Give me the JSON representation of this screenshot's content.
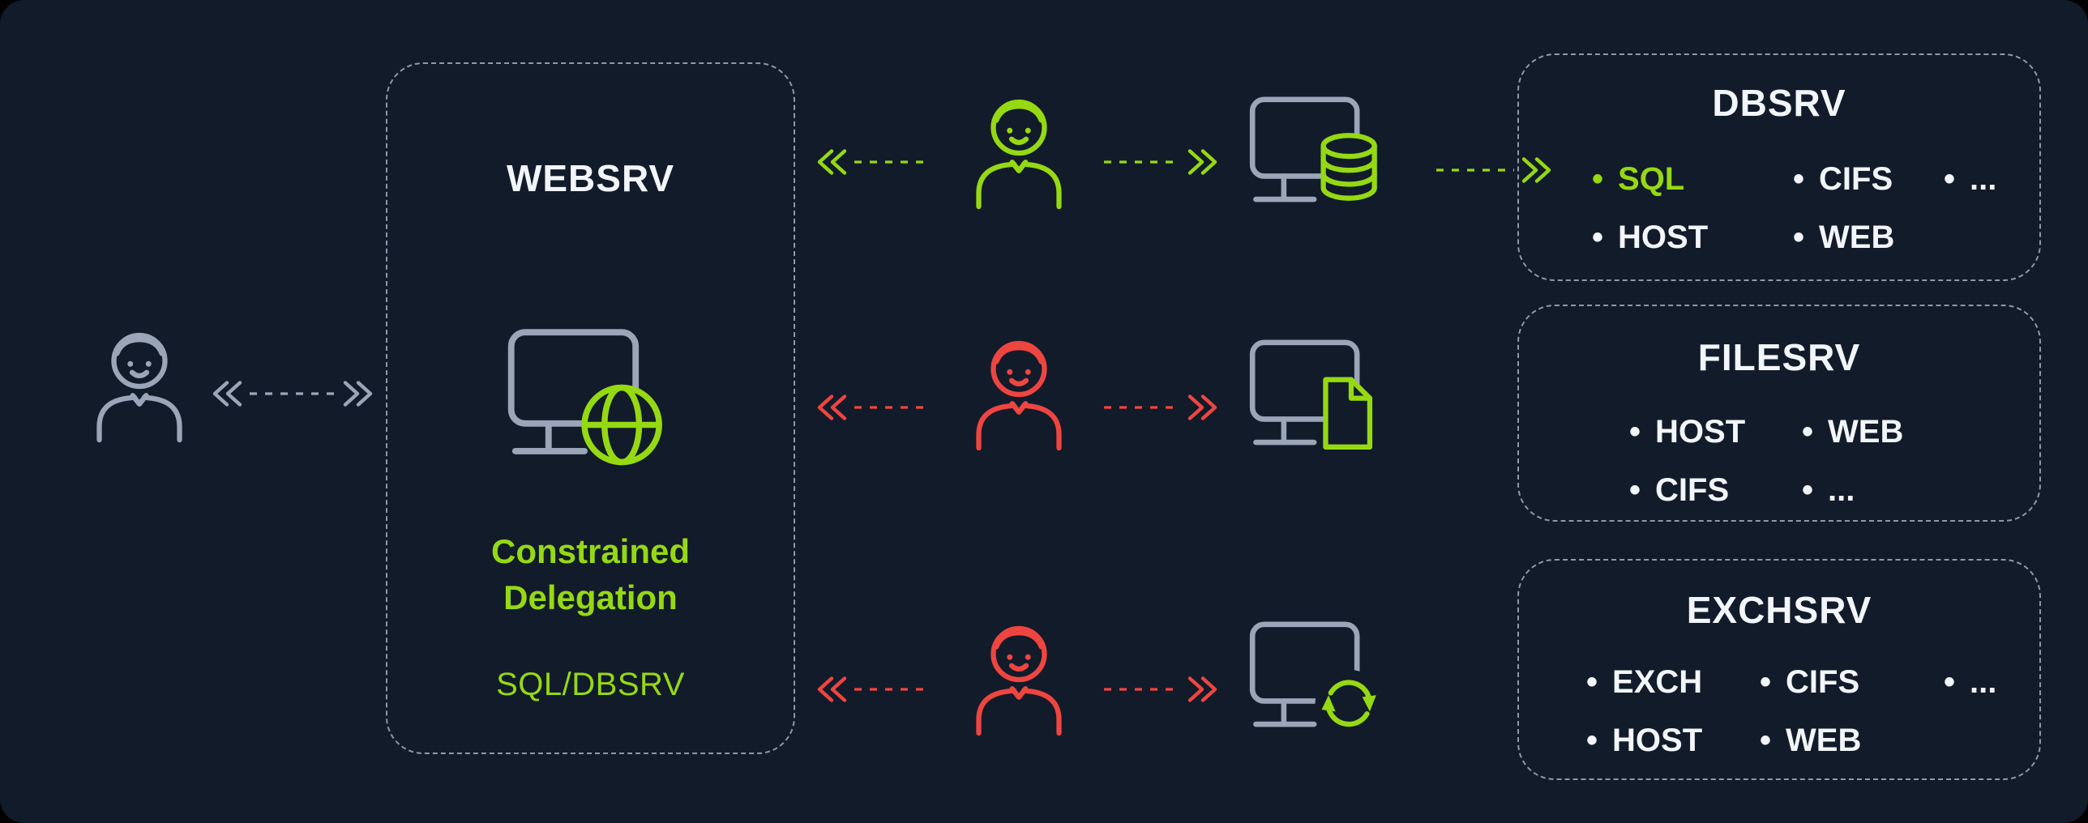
{
  "colors": {
    "bg": "#121b2a",
    "panel-border": "#8d98a9",
    "green": "#95d913",
    "red": "#ee4540",
    "gray": "#9aa6b8",
    "white": "#f2f5f9"
  },
  "websrv": {
    "title": "WEBSRV",
    "delegation_line1": "Constrained",
    "delegation_line2": "Delegation",
    "delegation_target": "SQL/DBSRV"
  },
  "dbsrv": {
    "title": "DBSRV",
    "bullets": [
      "SQL",
      "CIFS",
      "...",
      "HOST",
      "WEB"
    ],
    "highlighted_bullet": "SQL"
  },
  "filesrv": {
    "title": "FILESRV",
    "bullets": [
      "HOST",
      "WEB",
      "CIFS",
      "..."
    ]
  },
  "exchsrv": {
    "title": "EXCHSRV",
    "bullets": [
      "EXCH",
      "CIFS",
      "...",
      "HOST",
      "WEB"
    ]
  }
}
